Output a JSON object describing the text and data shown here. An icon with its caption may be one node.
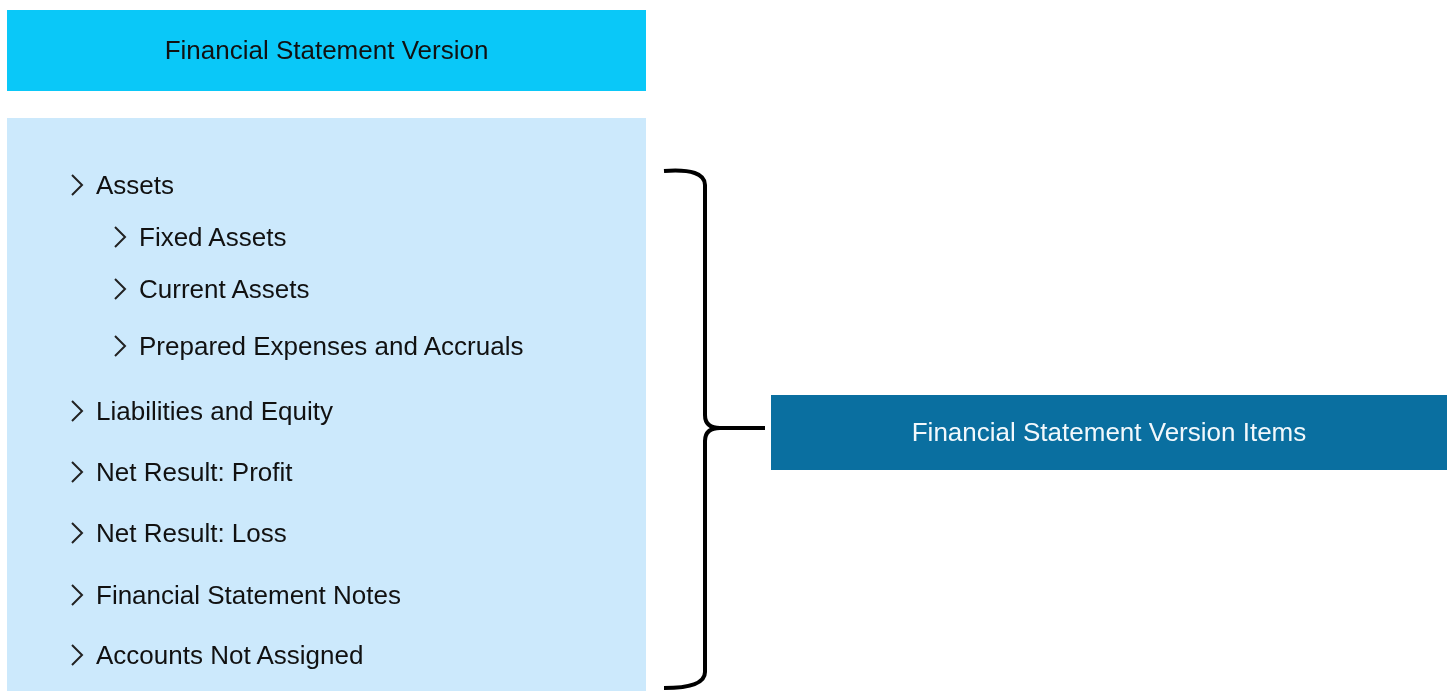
{
  "diagram": {
    "nodes": [
      {
        "text": [
          "Financial Statement Version"
        ]
      },
      {
        "text": [
          "Assets",
          "Fixed Assets",
          "Current Assets",
          "Prepared Expenses and Accruals",
          "Liabilities and Equity",
          "Net Result: Profit",
          "Net Result: Loss",
          "Financial Statement Notes",
          "Accounts Not Assigned"
        ]
      },
      {
        "text": [
          "Financial Statement Version Items"
        ]
      }
    ]
  }
}
